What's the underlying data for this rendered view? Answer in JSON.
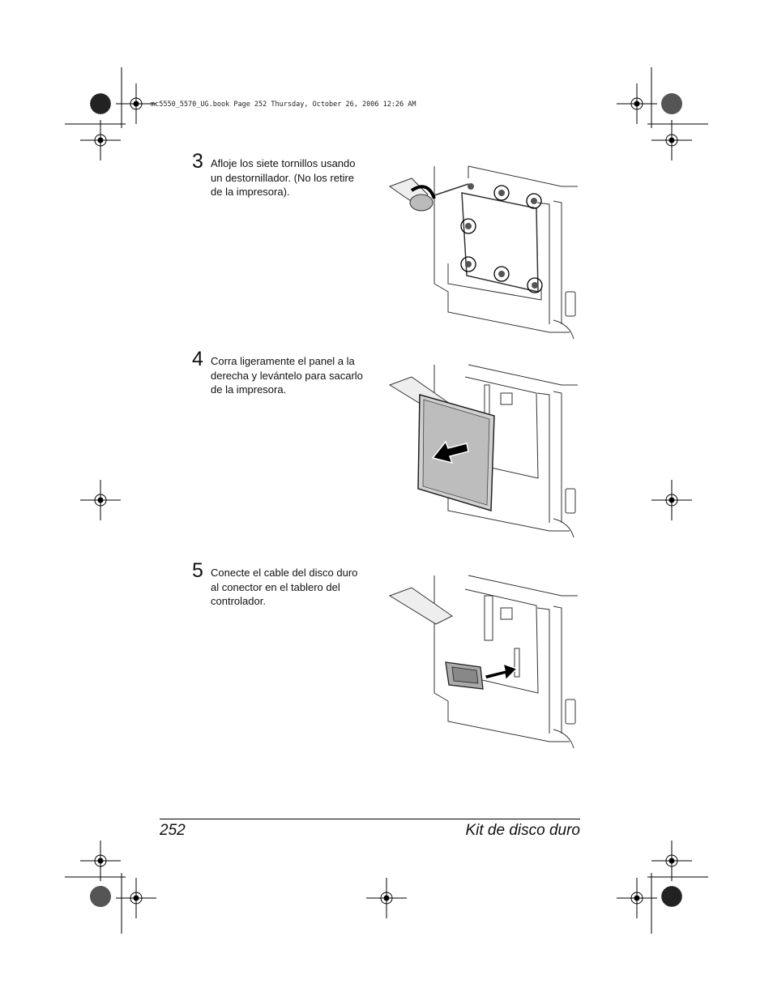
{
  "header": {
    "file_line": "mc5550_5570_UG.book  Page 252  Thursday, October 26, 2006  12:26 AM"
  },
  "steps": [
    {
      "number": "3",
      "lines": [
        "Afloje los siete tornillos usando",
        "un destornillador. (No los retire",
        "de la impresora)."
      ]
    },
    {
      "number": "4",
      "lines": [
        "Corra ligeramente el panel a la",
        "derecha y levántelo para sacarlo",
        "de la impresora."
      ]
    },
    {
      "number": "5",
      "lines": [
        "Conecte el cable del disco duro",
        "al conector en el tablero del",
        "controlador."
      ]
    }
  ],
  "footer": {
    "page_number": "252",
    "section_title": "Kit de disco duro"
  }
}
